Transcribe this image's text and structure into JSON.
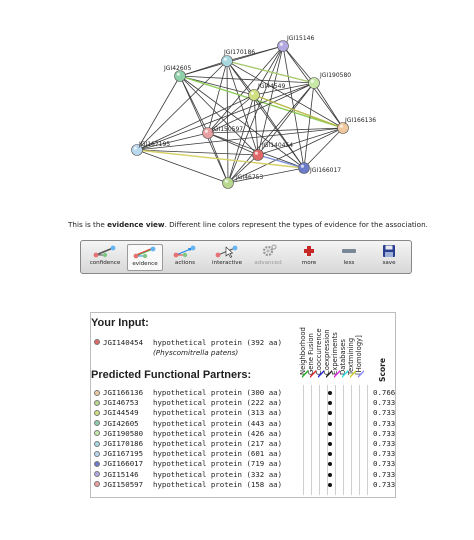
{
  "network": {
    "nodes": [
      {
        "id": "JGI15146",
        "label": "JGI15146",
        "color": "#b4a8e0"
      },
      {
        "id": "JGI170186",
        "label": "JGI170186",
        "color": "#a8d8e0"
      },
      {
        "id": "JGI42605",
        "label": "JGI42605",
        "color": "#8ed0a8"
      },
      {
        "id": "JGI190580",
        "label": "JGI190580",
        "color": "#c8e8a8"
      },
      {
        "id": "JGI44549",
        "label": "JGI44549",
        "color": "#d0e080"
      },
      {
        "id": "JGI166136",
        "label": "JGI166136",
        "color": "#f0c8a0"
      },
      {
        "id": "JGI150597",
        "label": "JGI150597",
        "color": "#e8a0a0"
      },
      {
        "id": "JGI167195",
        "label": "JGI167195",
        "color": "#b8d8f0"
      },
      {
        "id": "JGI140454",
        "label": "JGI140454",
        "color": "#e06868"
      },
      {
        "id": "JGI166017",
        "label": "JGI166017",
        "color": "#6c7cc8"
      },
      {
        "id": "JGI46753",
        "label": "JGI46753",
        "color": "#b8d890"
      }
    ]
  },
  "caption": {
    "prefix": "This is the ",
    "bold": "evidence view",
    "suffix": ". Different line colors represent the types of evidence for the association."
  },
  "toolbar": {
    "buttons": [
      {
        "label": "confidence",
        "icon": "confidence-icon"
      },
      {
        "label": "evidence",
        "icon": "evidence-icon",
        "active": true
      },
      {
        "label": "actions",
        "icon": "actions-icon"
      },
      {
        "label": "interactive",
        "icon": "interactive-icon"
      },
      {
        "label": "advanced",
        "icon": "advanced-icon",
        "disabled": true
      },
      {
        "label": "more",
        "icon": "more-icon"
      },
      {
        "label": "less",
        "icon": "less-icon"
      },
      {
        "label": "save",
        "icon": "save-icon"
      }
    ]
  },
  "panel": {
    "your_input_title": "Your Input:",
    "input": {
      "id": "JGI140454",
      "description": "hypothetical protein (392 aa)",
      "species": "(Physcomitrella patens)",
      "color": "#e06868"
    },
    "partners_title": "Predicted Functional Partners:",
    "evidence_headers": [
      "Neighborhood",
      "Gene Fusion",
      "Cooccurrence",
      "Coexpression",
      "Experiments",
      "Databases",
      "Textmining",
      "[Homology]"
    ],
    "evidence_colors": [
      "#22aa22",
      "#dd2222",
      "#2222dd",
      "#222222",
      "#dd22dd",
      "#22dddd",
      "#cccc22",
      "#8888ff"
    ],
    "score_header": "Score",
    "partners": [
      {
        "id": "JGI166136",
        "description": "hypothetical protein (300 aa)",
        "score": "0.766",
        "color": "#f0c8a0"
      },
      {
        "id": "JGI46753",
        "description": "hypothetical protein (222 aa)",
        "score": "0.733",
        "color": "#b8d890"
      },
      {
        "id": "JGI44549",
        "description": "hypothetical protein (313 aa)",
        "score": "0.733",
        "color": "#d0e080"
      },
      {
        "id": "JGI42605",
        "description": "hypothetical protein (443 aa)",
        "score": "0.733",
        "color": "#8ed0a8"
      },
      {
        "id": "JGI190580",
        "description": "hypothetical protein (426 aa)",
        "score": "0.733",
        "color": "#c8e8a8"
      },
      {
        "id": "JGI170186",
        "description": "hypothetical protein (217 aa)",
        "score": "0.733",
        "color": "#a8d8e0"
      },
      {
        "id": "JGI167195",
        "description": "hypothetical protein (601 aa)",
        "score": "0.733",
        "color": "#b8d8f0"
      },
      {
        "id": "JGI166017",
        "description": "hypothetical protein (719 aa)",
        "score": "0.733",
        "color": "#6c7cc8"
      },
      {
        "id": "JGI15146",
        "description": "hypothetical protein (332 aa)",
        "score": "0.733",
        "color": "#b4a8e0"
      },
      {
        "id": "JGI150597",
        "description": "hypothetical protein (158 aa)",
        "score": "0.733",
        "color": "#e8a0a0"
      }
    ]
  }
}
